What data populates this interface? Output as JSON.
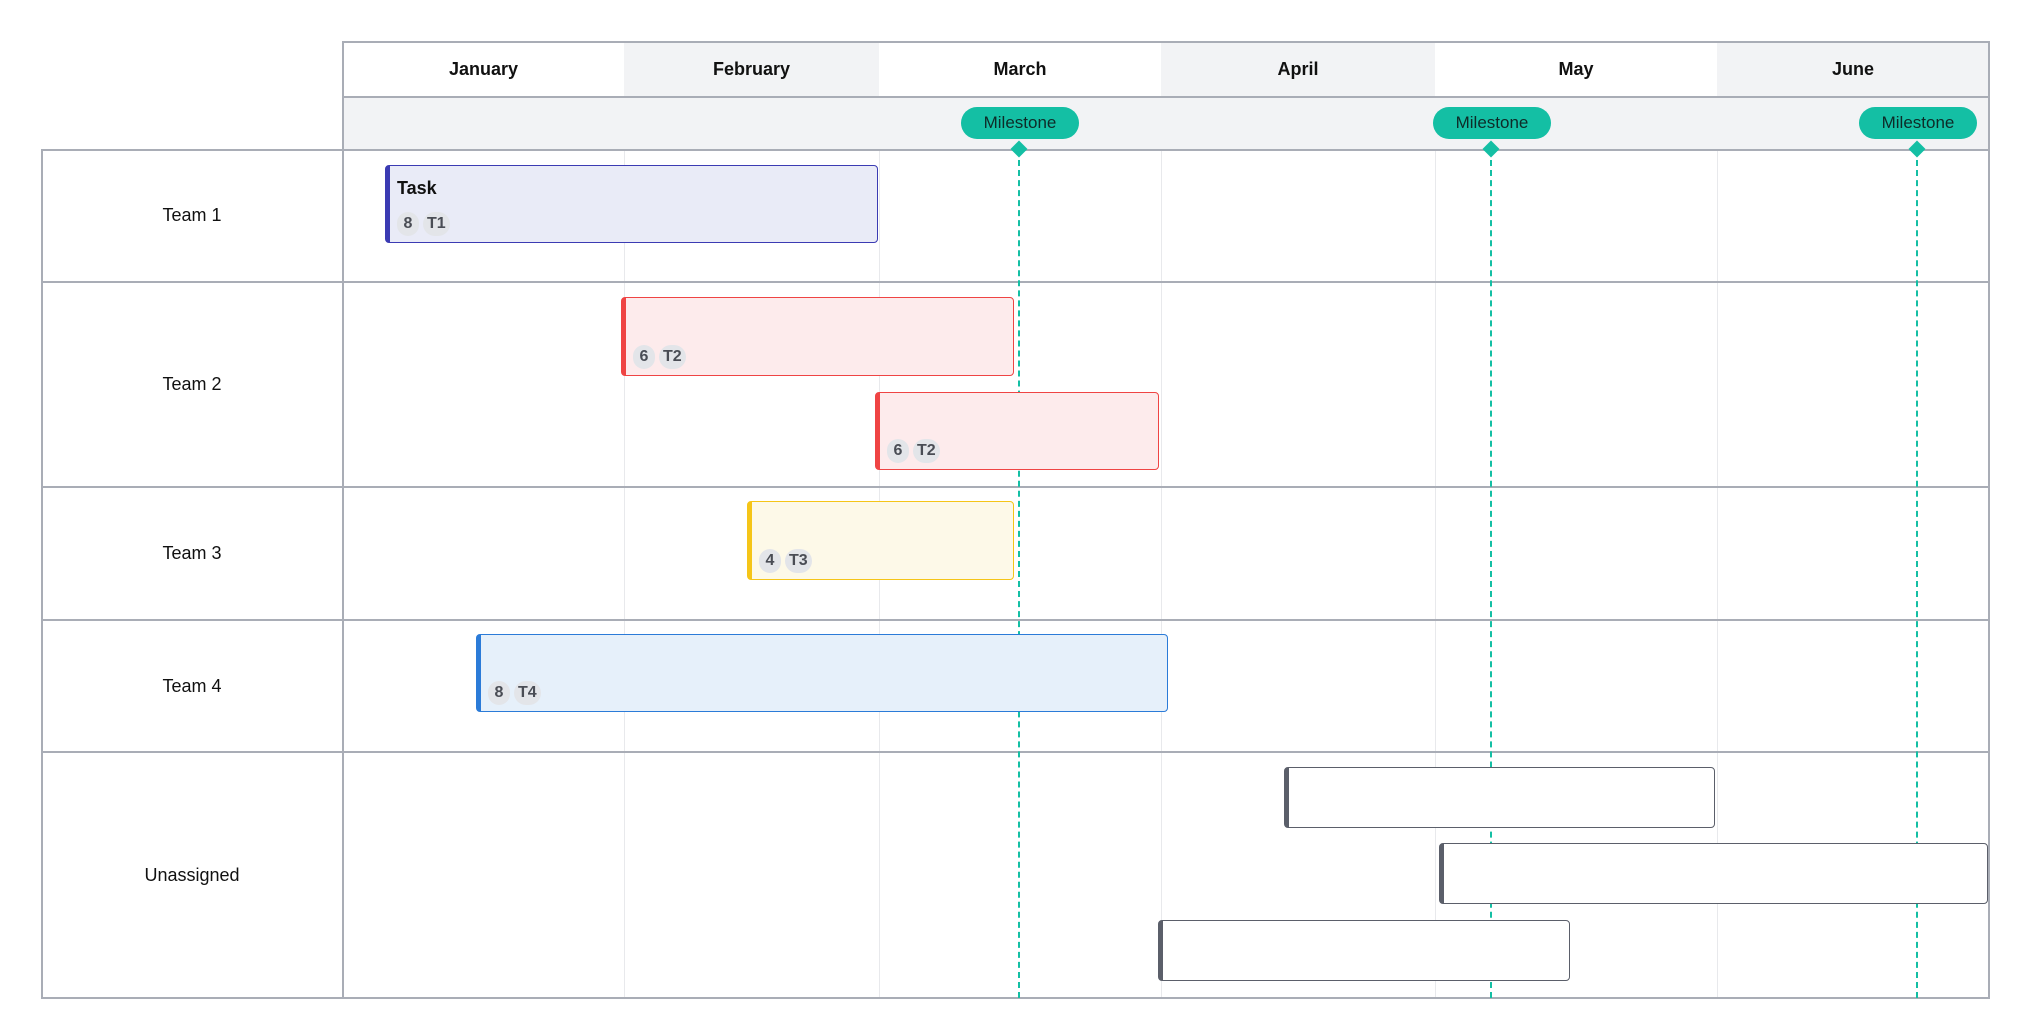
{
  "months": [
    "January",
    "February",
    "March",
    "April",
    "May",
    "June"
  ],
  "teams": [
    {
      "label": "Team 1"
    },
    {
      "label": "Team 2"
    },
    {
      "label": "Team 3"
    },
    {
      "label": "Team 4"
    },
    {
      "label": "Unassigned"
    }
  ],
  "milestones": [
    {
      "label": "Milestone"
    },
    {
      "label": "Milestone"
    },
    {
      "label": "Milestone"
    }
  ],
  "tasks": [
    {
      "title": "Task",
      "count": "8",
      "tag": "T1",
      "color": "#3b3bb3",
      "fill": "#e9ebf7"
    },
    {
      "title": "",
      "count": "6",
      "tag": "T2",
      "color": "#ef4444",
      "fill": "#fdebec"
    },
    {
      "title": "",
      "count": "6",
      "tag": "T2",
      "color": "#ef4444",
      "fill": "#fdebec"
    },
    {
      "title": "",
      "count": "4",
      "tag": "T3",
      "color": "#f5c518",
      "fill": "#fdf9e8"
    },
    {
      "title": "",
      "count": "8",
      "tag": "T4",
      "color": "#2b7bd8",
      "fill": "#e6f0fa"
    },
    {
      "title": "",
      "count": "",
      "tag": "",
      "color": "#5b5f6a",
      "fill": "#ffffff"
    },
    {
      "title": "",
      "count": "",
      "tag": "",
      "color": "#5b5f6a",
      "fill": "#ffffff"
    },
    {
      "title": "",
      "count": "",
      "tag": "",
      "color": "#5b5f6a",
      "fill": "#ffffff"
    }
  ],
  "colors": {
    "milestone": "#14bfa4",
    "grid": "#a9adb6",
    "header_alt": "#f2f3f5"
  }
}
